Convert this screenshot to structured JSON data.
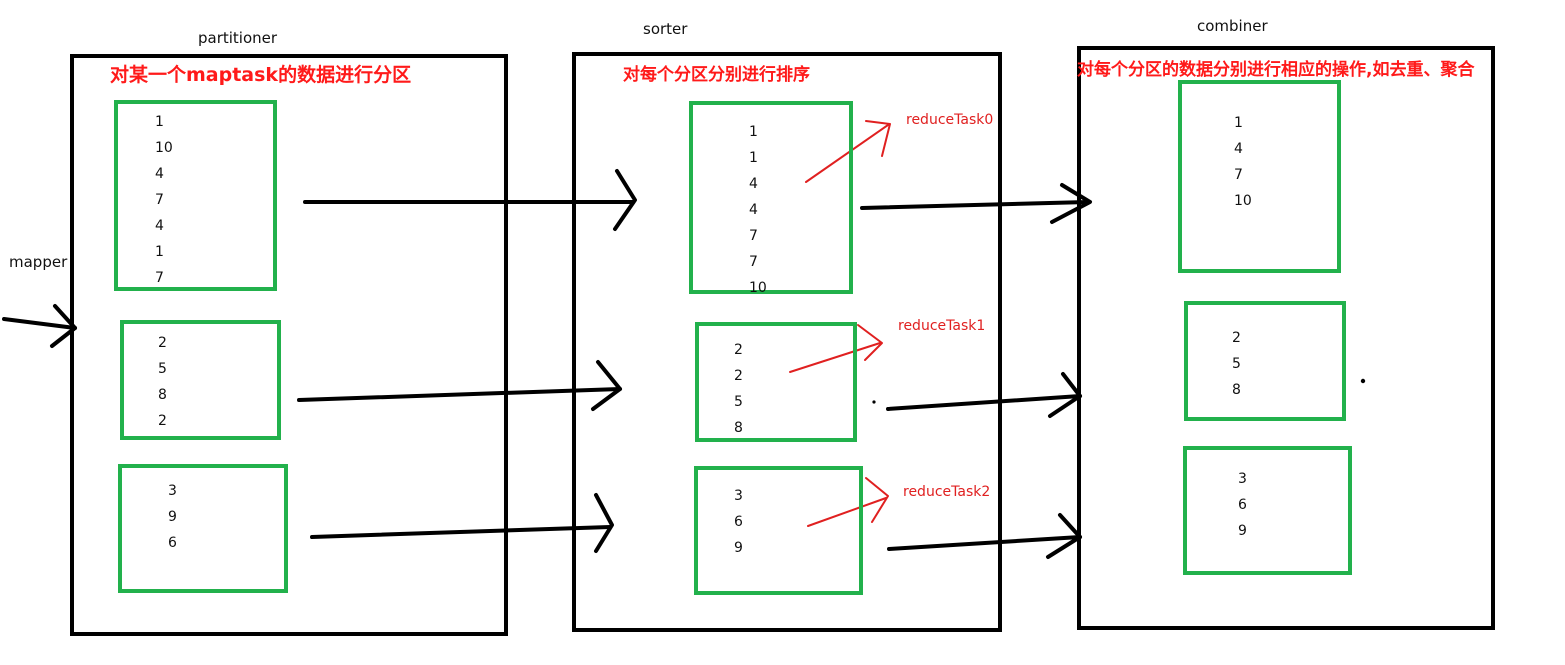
{
  "labels": {
    "mapper": "mapper",
    "partitioner": "partitioner",
    "sorter": "sorter",
    "combiner": "combiner"
  },
  "captions": {
    "partitioner": "对某一个maptask的数据进行分区",
    "sorter": "对每个分区分别进行排序",
    "combiner": "对每个分区的数据分别进行相应的操作,如去重、聚合"
  },
  "reduce_tasks": [
    "reduceTask0",
    "reduceTask1",
    "reduceTask2"
  ],
  "partitioner_partitions": [
    [
      "1",
      "10",
      "4",
      "7",
      "4",
      "1",
      "7"
    ],
    [
      "2",
      "5",
      "8",
      "2"
    ],
    [
      "3",
      "9",
      "6"
    ]
  ],
  "sorter_partitions": [
    [
      "1",
      "1",
      "4",
      "4",
      "7",
      "7",
      "10"
    ],
    [
      "2",
      "2",
      "5",
      "8"
    ],
    [
      "3",
      "6",
      "9"
    ]
  ],
  "combiner_partitions": [
    [
      "1",
      "4",
      "7",
      "10"
    ],
    [
      "2",
      "5",
      "8"
    ],
    [
      "3",
      "6",
      "9"
    ]
  ],
  "colors": {
    "stage_border": "#000000",
    "partition_border": "#22b14c",
    "caption": "#ff1a1a",
    "reduce_arrow": "#e02020"
  }
}
